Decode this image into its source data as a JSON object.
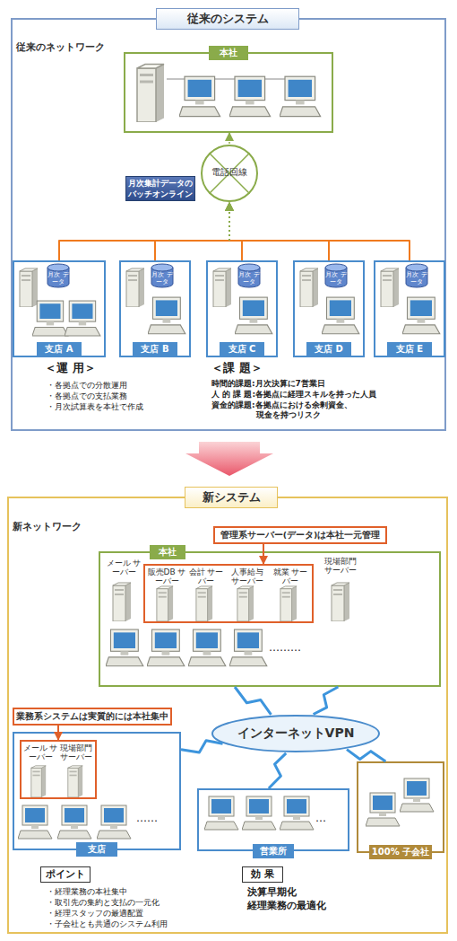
{
  "diagram": {
    "nodes": [
      {
        "text": [
          "従来のシステム",
          "従来のネットワーク"
        ]
      },
      {
        "text": [
          "本社"
        ],
        "in": 0
      },
      {
        "text": [
          "電話回線"
        ],
        "in": 0
      },
      {
        "text": [
          "月次集計データの バッチオンライン"
        ],
        "in": 0
      },
      {
        "text": [
          "支店 A"
        ],
        "in": 0
      },
      {
        "text": [
          "月次 データ"
        ],
        "in": 4
      },
      {
        "text": [
          "支店 B"
        ],
        "in": 0
      },
      {
        "text": [
          "月次 データ"
        ],
        "in": 6
      },
      {
        "text": [
          "支店 C"
        ],
        "in": 0
      },
      {
        "text": [
          "月次 データ"
        ],
        "in": 8
      },
      {
        "text": [
          "支店 D"
        ],
        "in": 0
      },
      {
        "text": [
          "月次 データ"
        ],
        "in": 10
      },
      {
        "text": [
          "支店 E"
        ],
        "in": 0
      },
      {
        "text": [
          "月次 データ"
        ],
        "in": 12
      },
      {
        "text": [
          "新システム",
          "新ネットワーク"
        ]
      },
      {
        "text": [
          "本社",
          "メール サーバー",
          "現場部門 サーバー"
        ],
        "in": 14
      },
      {
        "text": [
          "管理系サーバー(データ)は本社一元管理"
        ],
        "in": 14
      },
      {
        "text": [
          "販売DB サーバー",
          "会計 サーバー",
          "人事給与 サーバー",
          "就業 サーバー"
        ],
        "in": 15
      },
      {
        "text": [
          "業務系システムは実質的には本社集中"
        ],
        "in": 14
      },
      {
        "text": [
          "支店"
        ],
        "in": 14
      },
      {
        "text": [
          "メール サーバー",
          "現場部門 サーバー"
        ],
        "in": 19
      },
      {
        "text": [
          "インターネットVPN"
        ],
        "in": 14
      },
      {
        "text": [
          "営業所"
        ],
        "in": 14
      },
      {
        "text": [
          "100% 子会社"
        ],
        "in": 14
      },
      {
        "text": [
          "ポイント"
        ],
        "in": 14
      },
      {
        "text": [
          "効 果"
        ],
        "in": 14
      }
    ],
    "edges": [
      {
        "from": 4,
        "to": 2,
        "arrow": "to"
      },
      {
        "from": 6,
        "to": 2,
        "arrow": "to"
      },
      {
        "from": 8,
        "to": 2,
        "arrow": "to"
      },
      {
        "from": 10,
        "to": 2,
        "arrow": "to"
      },
      {
        "from": 12,
        "to": 2,
        "arrow": "to"
      },
      {
        "from": 2,
        "to": 1,
        "arrow": "to"
      },
      {
        "from": 16,
        "to": 17,
        "arrow": "to"
      },
      {
        "from": 18,
        "to": 20,
        "arrow": "to"
      },
      {
        "from": 21,
        "to": 15,
        "arrow": "none"
      },
      {
        "from": 21,
        "to": 15,
        "arrow": "none"
      },
      {
        "from": 21,
        "to": 19,
        "arrow": "none"
      },
      {
        "from": 21,
        "to": 22,
        "arrow": "none"
      },
      {
        "from": 21,
        "to": 23,
        "arrow": "none"
      }
    ],
    "labels": [
      "＜運 用＞",
      "・各拠点での分散運用",
      "・各拠点での支払業務",
      "・月次試算表を本社で作成",
      "＜課 題＞",
      "時間的課題:月次決算に7営業日",
      "人 的 課 題:各拠点に経理スキルを持った人員",
      "資金的課題:各拠点における余剰資金、 現金を持つリスク",
      "………",
      "……",
      "…",
      "・経理業務の本社集中",
      "・取引先の集約と支払の一元化",
      "・経理スタッフの最適配置",
      "・子会社とも共通のシステム利用",
      "決算早期化",
      "経理業務の最適化"
    ]
  }
}
